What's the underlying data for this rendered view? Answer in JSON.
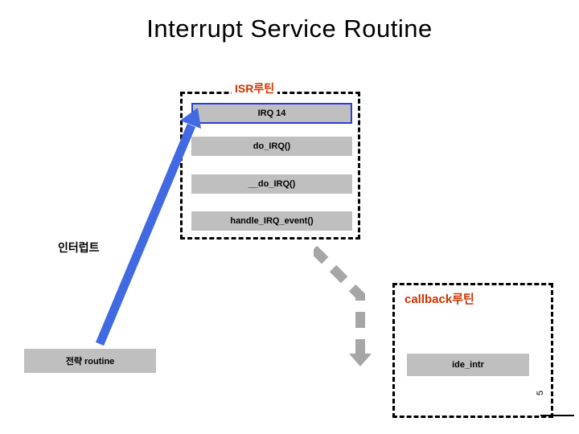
{
  "slide": {
    "title": "Interrupt Service Routine",
    "page_number": "5"
  },
  "groups": {
    "isr": {
      "caption": "ISR루틴",
      "caption_color": "#cc3300"
    },
    "callback": {
      "caption": "callback루틴",
      "caption_color": "#cc3300"
    }
  },
  "boxes": {
    "irq14": "IRQ 14",
    "do_irq": "do_IRQ()",
    "__do_irq": "__do_IRQ()",
    "handle_irq_event": "handle_IRQ_event()",
    "ide_intr": "ide_intr",
    "jeonyak_routine": "전략 routine"
  },
  "labels": {
    "interrupt": "인터럽트"
  },
  "colors": {
    "gray_box": "#bfbfbf",
    "blue_arrow": "#4169e1",
    "gray_arrow": "#a6a6a6",
    "irq_border": "#2b3fd4",
    "accent_text": "#cc3300"
  },
  "icons": {
    "blue_arrow": "blue-diagonal-arrow",
    "gray_arrow": "gray-dashed-elbow-arrow"
  }
}
